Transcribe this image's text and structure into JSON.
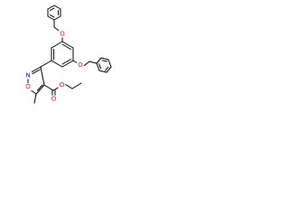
{
  "molecule": {
    "atoms": {
      "ring_oxygen": "O",
      "ring_nitrogen": "N",
      "upper_ether_oxygen": "O",
      "lower_ether_oxygen": "O",
      "ester_carbonyl_oxygen": "O",
      "ester_ether_oxygen": "O"
    },
    "colors": {
      "bond": "#000000",
      "carbon": "#000000",
      "oxygen": "#ff0000",
      "nitrogen": "#0000ff"
    }
  }
}
